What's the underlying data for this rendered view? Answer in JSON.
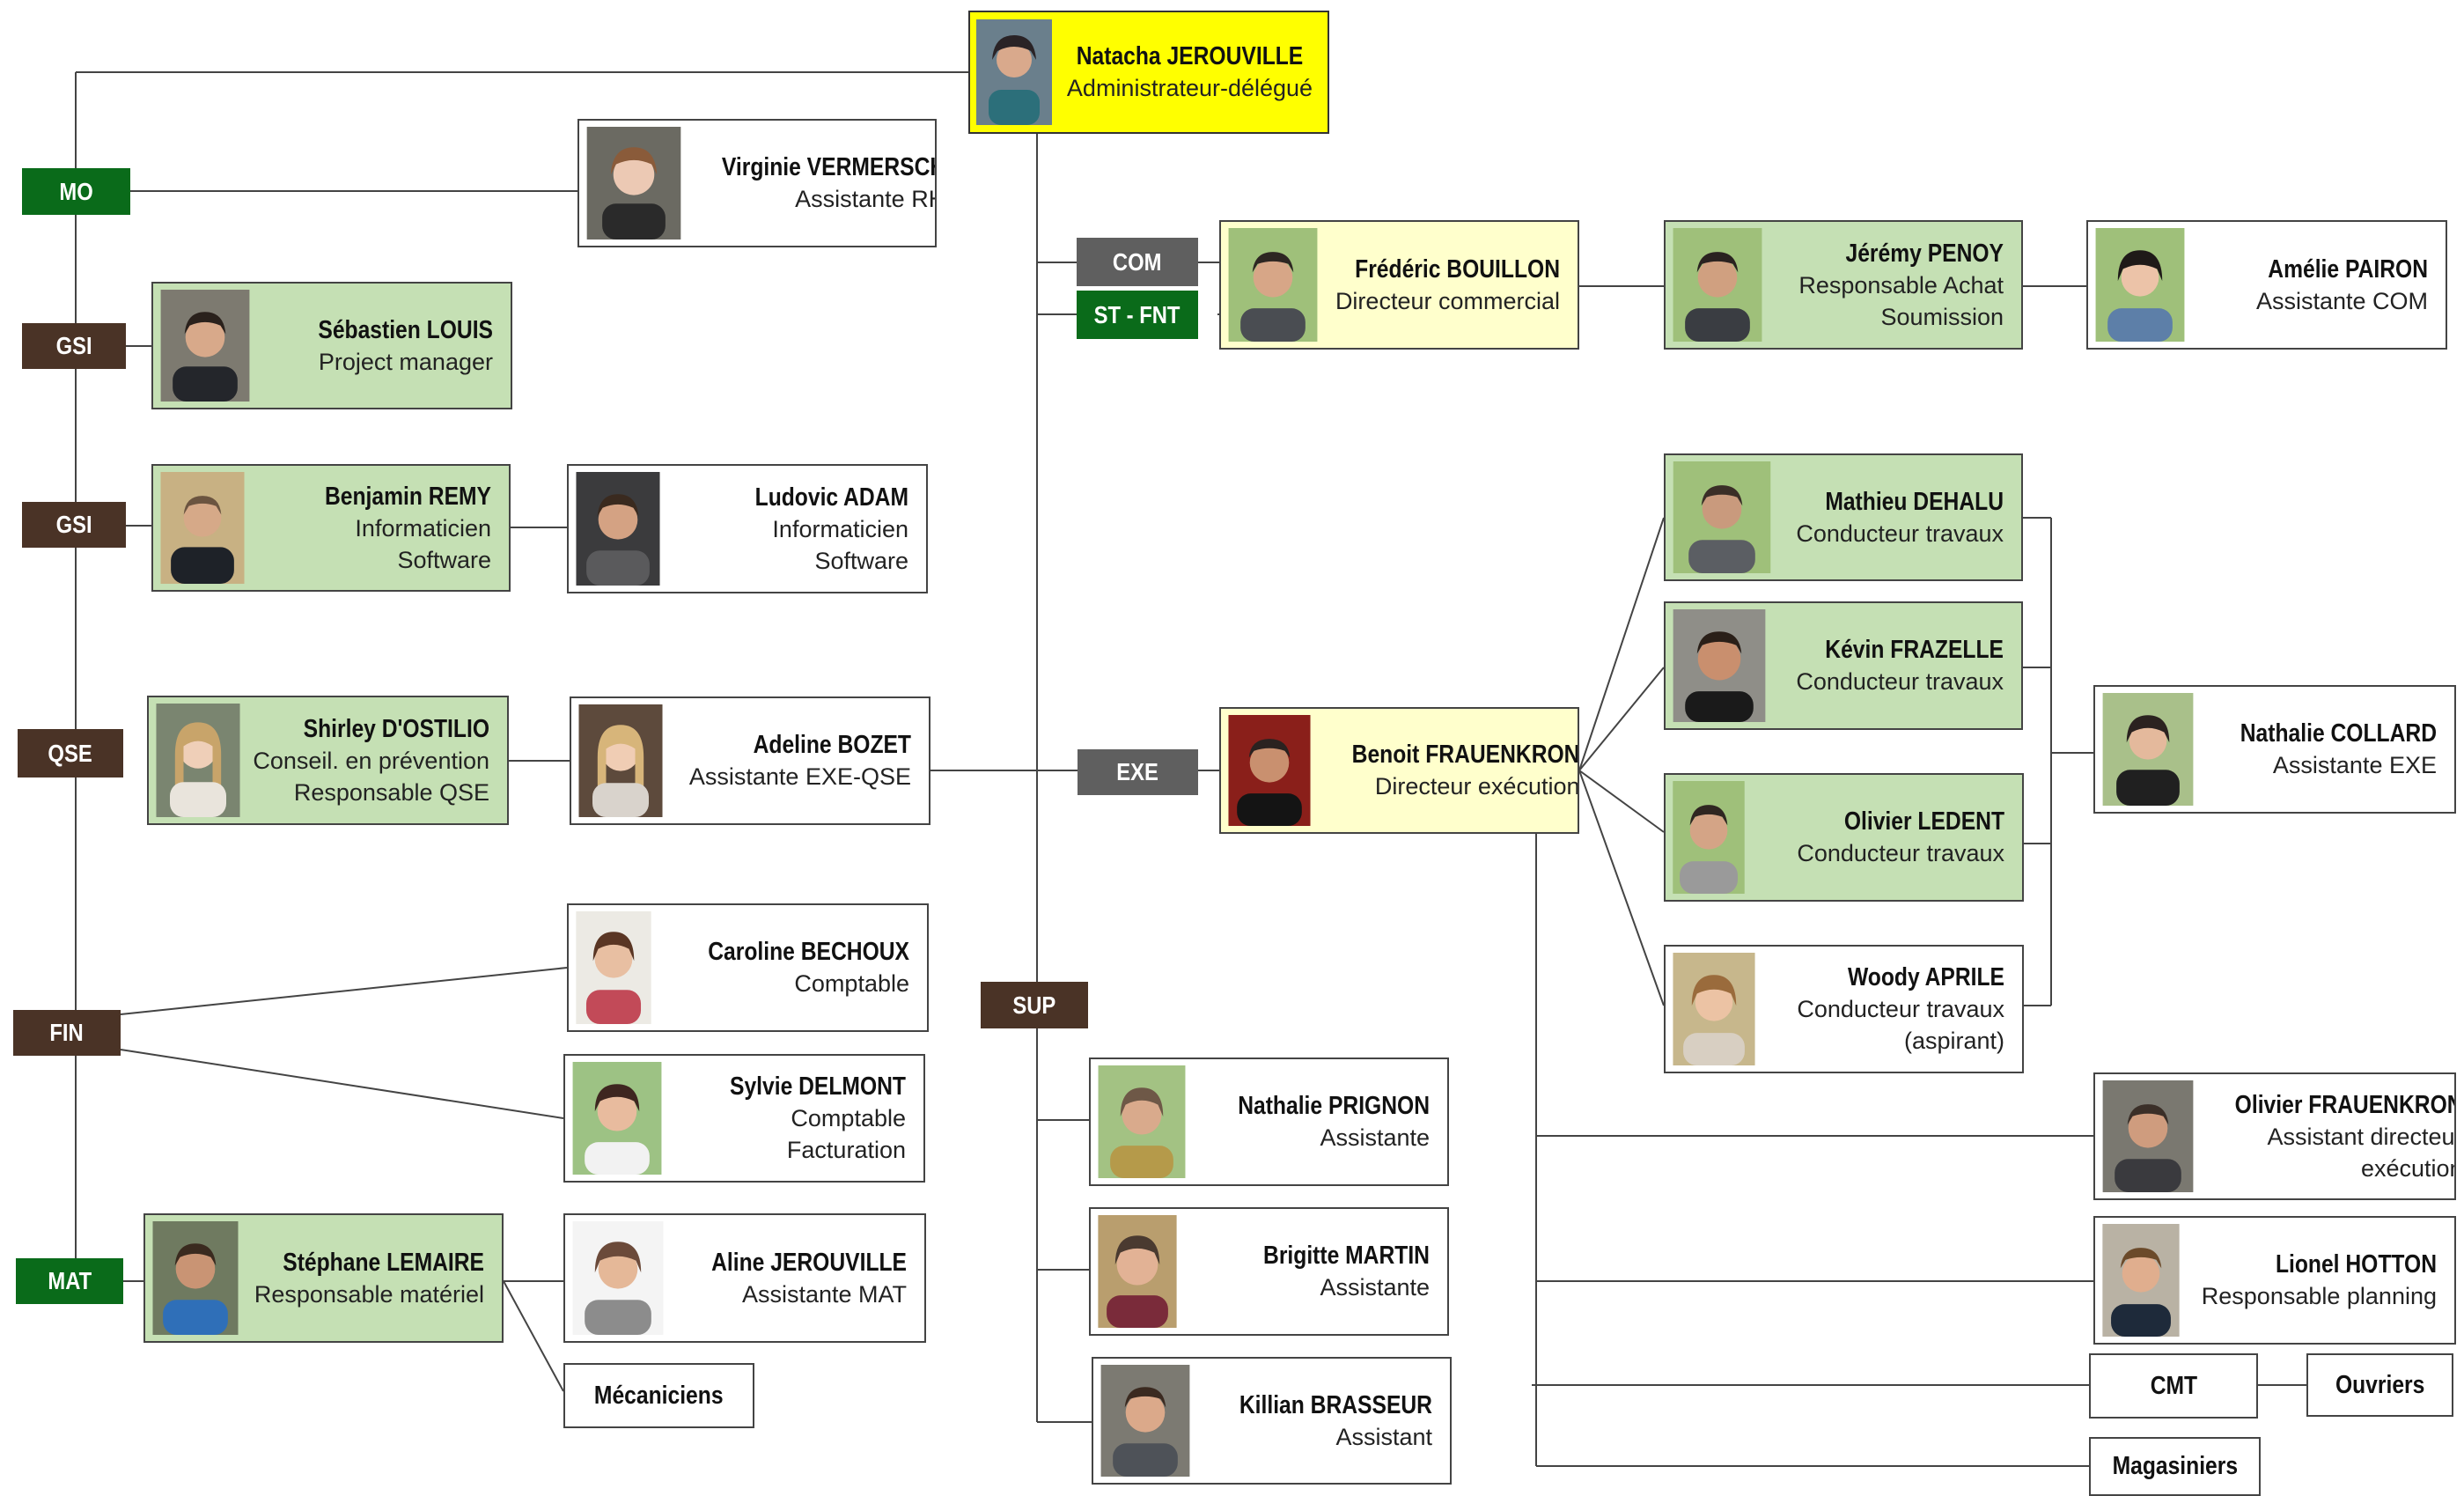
{
  "colors": {
    "green_tag": "#0a6b1a",
    "grey_tag": "#5f5f5f",
    "brown_tag": "#4a3326",
    "green_box": "#c5e0b4",
    "cream_box": "#ffffcc",
    "ceo_box": "#ffff00"
  },
  "ceo": {
    "name": "Natacha JEROUVILLE",
    "role": "Administrateur-délégué"
  },
  "departments": {
    "mo": "MO",
    "gsi1": "GSI",
    "gsi2": "GSI",
    "qse": "QSE",
    "fin": "FIN",
    "mat": "MAT",
    "com": "COM",
    "stfnt": "ST - FNT",
    "exe": "EXE",
    "sup": "SUP",
    "cmt": "CMT"
  },
  "people": {
    "vermersch": {
      "name": "Virginie VERMERSCH",
      "role": "Assistante RH"
    },
    "louis": {
      "name": "Sébastien LOUIS",
      "role": "Project manager"
    },
    "remy": {
      "name": "Benjamin REMY",
      "role": "Informaticien",
      "role2": "Software"
    },
    "adam": {
      "name": "Ludovic ADAM",
      "role": "Informaticien",
      "role2": "Software"
    },
    "dostilio": {
      "name": "Shirley D'OSTILIO",
      "role": "Conseil. en prévention",
      "role2": "Responsable QSE"
    },
    "bozet": {
      "name": "Adeline BOZET",
      "role": "Assistante EXE-QSE"
    },
    "bechoux": {
      "name": "Caroline BECHOUX",
      "role": "Comptable"
    },
    "delmont": {
      "name": "Sylvie DELMONT",
      "role": "Comptable",
      "role2": "Facturation"
    },
    "lemaire": {
      "name": "Stéphane LEMAIRE",
      "role": "Responsable matériel"
    },
    "aline": {
      "name": "Aline JEROUVILLE",
      "role": "Assistante MAT"
    },
    "bouillon": {
      "name": "Frédéric BOUILLON",
      "role": "Directeur commercial"
    },
    "penoy": {
      "name": "Jérémy PENOY",
      "role": "Responsable Achat",
      "role2": "Soumission"
    },
    "pairon": {
      "name": "Amélie PAIRON",
      "role": "Assistante COM"
    },
    "benoit": {
      "name": "Benoit FRAUENKRON",
      "role": "Directeur exécution"
    },
    "dehalu": {
      "name": "Mathieu DEHALU",
      "role": "Conducteur travaux"
    },
    "frazelle": {
      "name": "Kévin FRAZELLE",
      "role": "Conducteur travaux"
    },
    "ledent": {
      "name": "Olivier LEDENT",
      "role": "Conducteur travaux"
    },
    "aprile": {
      "name": "Woody APRILE",
      "role": "Conducteur travaux",
      "role2": "(aspirant)"
    },
    "collard": {
      "name": "Nathalie COLLARD",
      "role": "Assistante EXE"
    },
    "olivierf": {
      "name": "Olivier FRAUENKRON",
      "role": "Assistant directeur",
      "role2": "exécution"
    },
    "hotton": {
      "name": "Lionel HOTTON",
      "role": "Responsable planning"
    },
    "prignon": {
      "name": "Nathalie PRIGNON",
      "role": "Assistante"
    },
    "martin": {
      "name": "Brigitte MARTIN",
      "role": "Assistante"
    },
    "brasseur": {
      "name": "Killian BRASSEUR",
      "role": "Assistant"
    }
  },
  "groups": {
    "mecaniciens": "Mécaniciens",
    "ouvriers": "Ouvriers",
    "magasiniers": "Magasiniers"
  }
}
